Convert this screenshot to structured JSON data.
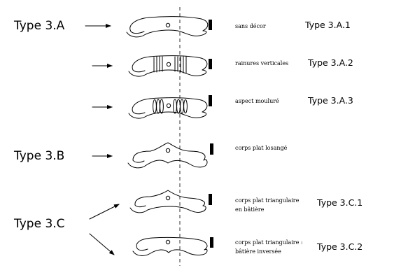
{
  "diagram": {
    "groups": [
      {
        "id": "3A",
        "label": "Type 3.A"
      },
      {
        "id": "3B",
        "label": "Type 3.B"
      },
      {
        "id": "3C",
        "label": "Type 3.C"
      }
    ],
    "variants": [
      {
        "id": "3A1",
        "group": "3A",
        "description": [
          "sans décor"
        ],
        "code": "Type 3.A.1",
        "body": "plain"
      },
      {
        "id": "3A2",
        "group": "3A",
        "description": [
          "rainures verticales"
        ],
        "code": "Type 3.A.2",
        "body": "grooved"
      },
      {
        "id": "3A3",
        "group": "3A",
        "description": [
          "aspect mouluré"
        ],
        "code": "Type 3.A.3",
        "body": "moulded"
      },
      {
        "id": "3B",
        "group": "3B",
        "description": [
          "corps plat losangé"
        ],
        "code": "",
        "body": "lozenge"
      },
      {
        "id": "3C1",
        "group": "3C",
        "description": [
          "corps plat triangulaire",
          "en bâtière"
        ],
        "code": "Type 3.C.1",
        "body": "gable"
      },
      {
        "id": "3C2",
        "group": "3C",
        "description": [
          "corps plat triangulaire :",
          "bâtière inversée"
        ],
        "code": "Type 3.C.2",
        "body": "inverted-gable"
      }
    ],
    "colors": {
      "ink": "#000000",
      "background": "#ffffff"
    }
  }
}
